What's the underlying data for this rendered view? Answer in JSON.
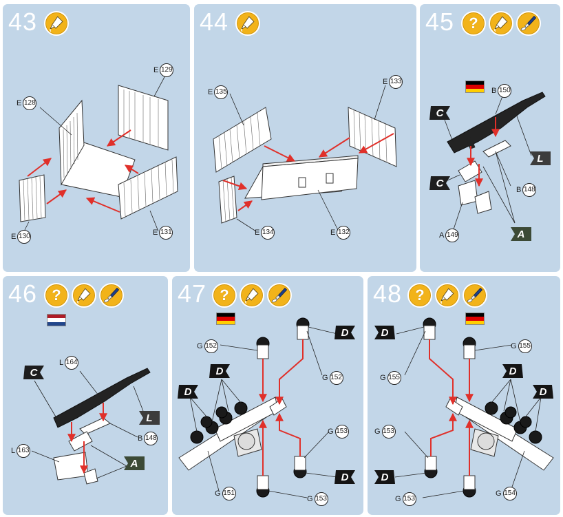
{
  "steps": [
    {
      "number": "43",
      "icons": [
        "glue-icon"
      ]
    },
    {
      "number": "44",
      "icons": [
        "glue-icon"
      ]
    },
    {
      "number": "45",
      "icons": [
        "question-icon",
        "glue-icon",
        "paint-brush-icon"
      ]
    },
    {
      "number": "46",
      "icons": [
        "question-icon",
        "glue-icon",
        "paint-brush-icon"
      ]
    },
    {
      "number": "47",
      "icons": [
        "question-icon",
        "glue-icon",
        "paint-brush-icon"
      ]
    },
    {
      "number": "48",
      "icons": [
        "question-icon",
        "glue-icon",
        "paint-brush-icon"
      ]
    }
  ],
  "question_mark": "?",
  "parts": {
    "p43": {
      "e129": {
        "letter": "E",
        "num": "129"
      },
      "e128": {
        "letter": "E",
        "num": "128"
      },
      "e130": {
        "letter": "E",
        "num": "130"
      },
      "e131": {
        "letter": "E",
        "num": "131"
      }
    },
    "p44": {
      "e135": {
        "letter": "E",
        "num": "135"
      },
      "e133": {
        "letter": "E",
        "num": "133"
      },
      "e134": {
        "letter": "E",
        "num": "134"
      },
      "e132": {
        "letter": "E",
        "num": "132"
      }
    },
    "p45": {
      "b150": {
        "letter": "B",
        "num": "150"
      },
      "b148": {
        "letter": "B",
        "num": "148"
      },
      "a149": {
        "letter": "A",
        "num": "149"
      }
    },
    "p46": {
      "l164": {
        "letter": "L",
        "num": "164"
      },
      "b148": {
        "letter": "B",
        "num": "148"
      },
      "l163": {
        "letter": "L",
        "num": "163"
      }
    },
    "p47": {
      "g152a": {
        "letter": "G",
        "num": "152"
      },
      "g152b": {
        "letter": "G",
        "num": "152"
      },
      "g153a": {
        "letter": "G",
        "num": "153"
      },
      "g153b": {
        "letter": "G",
        "num": "153"
      },
      "g151": {
        "letter": "G",
        "num": "151"
      }
    },
    "p48": {
      "g155a": {
        "letter": "G",
        "num": "155"
      },
      "g155b": {
        "letter": "G",
        "num": "155"
      },
      "g153a": {
        "letter": "G",
        "num": "153"
      },
      "g153b": {
        "letter": "G",
        "num": "153"
      },
      "g154": {
        "letter": "G",
        "num": "154"
      }
    }
  },
  "paint_tags": {
    "c": "C",
    "l": "L",
    "a": "A",
    "d": "D"
  },
  "colors": {
    "panel_bg": "#c2d6e8",
    "icon_yellow": "#f2b31a",
    "arrow_red": "#e0302a",
    "tag_c_black": "#1e1e1e",
    "tag_l_gray": "#3c3c3c",
    "tag_a_green": "#3c4a36",
    "tag_d_black": "#141414"
  },
  "flags": {
    "germany": [
      "#000000",
      "#dd0000",
      "#ffce00"
    ],
    "netherlands": [
      "#ae1c28",
      "#ffffff",
      "#21468b"
    ]
  }
}
